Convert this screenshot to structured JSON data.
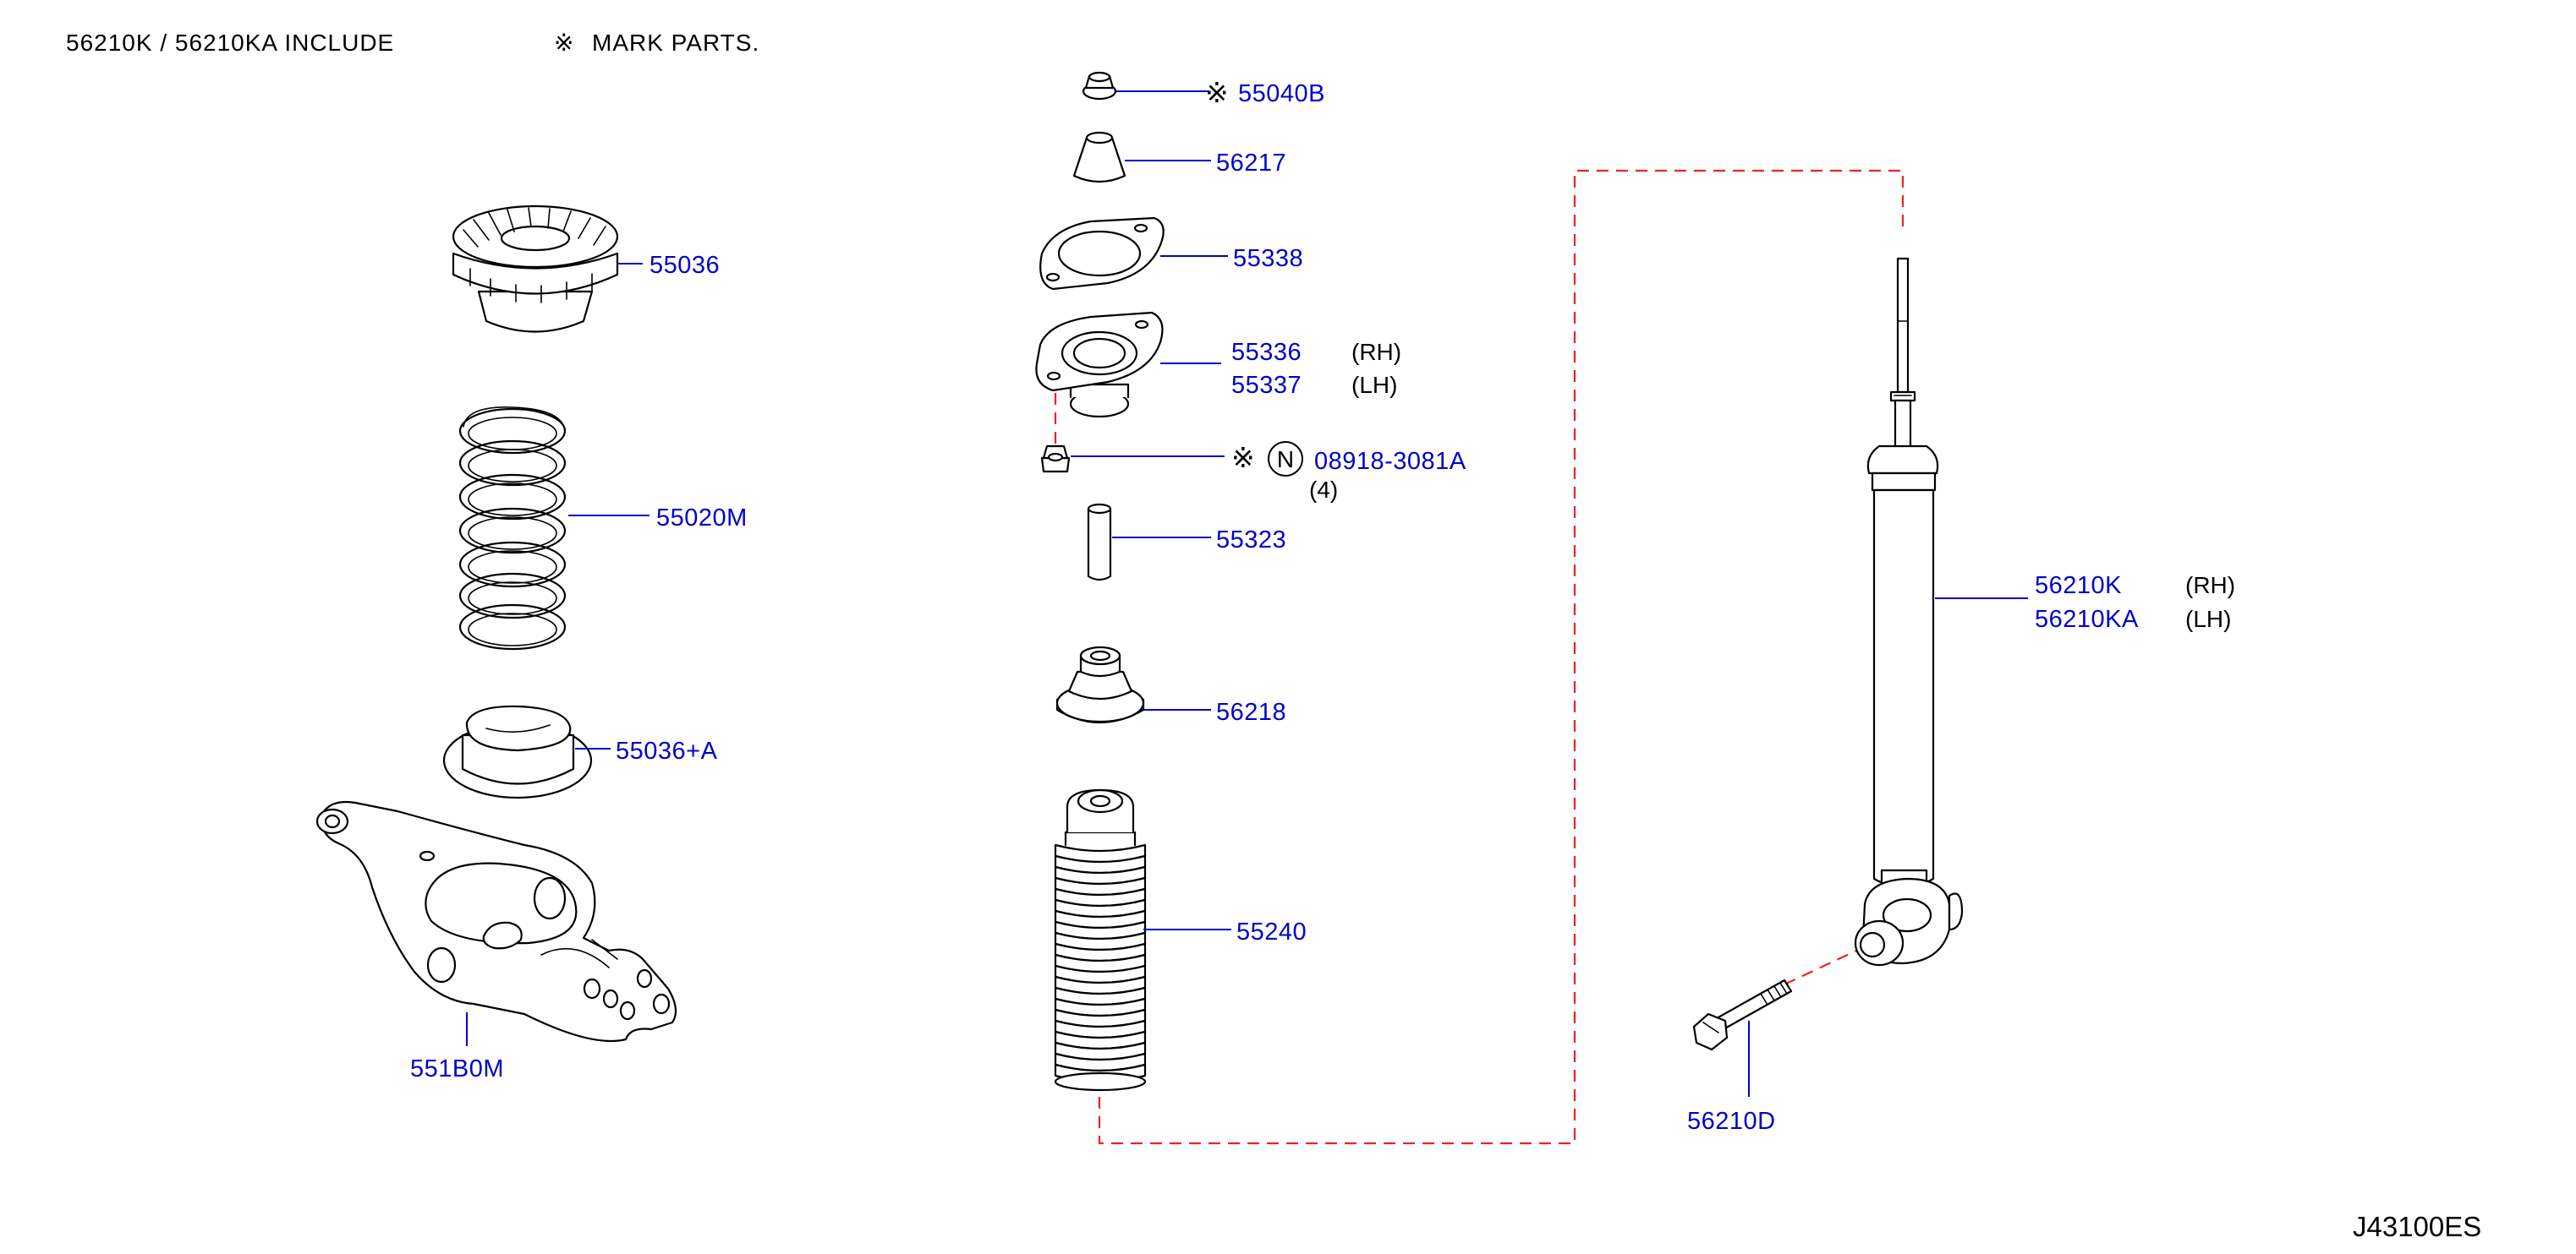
{
  "header": {
    "include_note": "56210K / 56210KA INCLUDE",
    "mark_symbol": "※",
    "mark_note": "MARK PARTS."
  },
  "diagram_code": "J43100ES",
  "parts": {
    "p55040B": {
      "mark": "※",
      "number": "55040B"
    },
    "p56217": {
      "number": "56217"
    },
    "p55338": {
      "number": "55338"
    },
    "p55336": {
      "number": "55336",
      "side": "(RH)"
    },
    "p55337": {
      "number": "55337",
      "side": "(LH)"
    },
    "p08918": {
      "mark": "※",
      "badge": "N",
      "number": "08918-3081A",
      "qty": "(4)"
    },
    "p55323": {
      "number": "55323"
    },
    "p56218": {
      "number": "56218"
    },
    "p55240": {
      "number": "55240"
    },
    "p55036": {
      "number": "55036"
    },
    "p55020M": {
      "number": "55020M"
    },
    "p55036A": {
      "number": "55036+A"
    },
    "p551B0M": {
      "number": "551B0M"
    },
    "p56210K": {
      "number": "56210K",
      "side": "(RH)"
    },
    "p56210KA": {
      "number": "56210KA",
      "side": "(LH)"
    },
    "p56210D": {
      "number": "56210D"
    }
  },
  "colors": {
    "part_number": "#0000cc",
    "leader_line": "#0000cc",
    "assembly_dash": "#ee2222",
    "outline": "#000000"
  }
}
